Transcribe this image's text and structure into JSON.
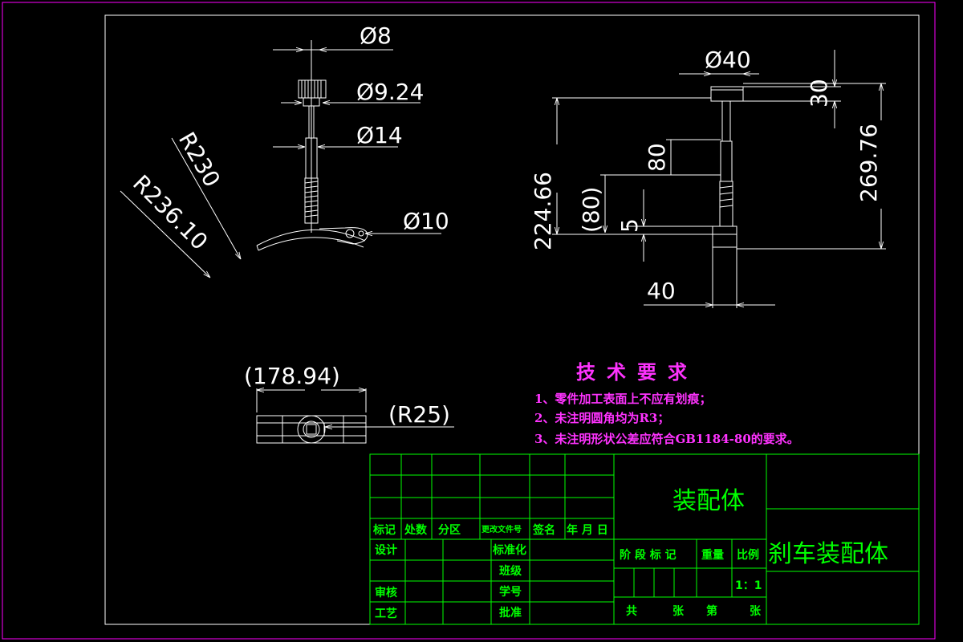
{
  "colors": {
    "outline": "#ffffff",
    "frame": "#ff00ff",
    "title_block": "#00ff00",
    "notes": "#ff33ff"
  },
  "front_view": {
    "dims": {
      "d8": "Ø8",
      "d924": "Ø9.24",
      "d14": "Ø14",
      "d10": "Ø10",
      "r230": "R230",
      "r236": "R236.10"
    }
  },
  "side_view": {
    "dims": {
      "d40": "Ø40",
      "h30": "30",
      "h26976": "269.76",
      "h22466": "224.66",
      "h80": "80",
      "h80ref": "(80)",
      "h5": "5",
      "w40": "40"
    }
  },
  "top_view": {
    "dims": {
      "l17894": "(178.94)",
      "r25": "(R25)"
    }
  },
  "technical_requirements": {
    "title": "技术要求",
    "items": [
      "1、零件加工表面上不应有划痕；",
      "2、未注明圆角均为R3；",
      "3、未注明形状公差应符合GB1184-80的要求。"
    ]
  },
  "title_block": {
    "header_cells": [
      "标记",
      "处数",
      "分区",
      "更改文件号",
      "签名",
      "年 月 日"
    ],
    "left_labels": [
      "设计",
      "审核",
      "工艺"
    ],
    "mid_labels": [
      "标准化",
      "班级",
      "学号",
      "批准"
    ],
    "stage_labels": [
      "阶 段 标 记",
      "重量",
      "比例"
    ],
    "scale": "1：1",
    "sheet_row": [
      "共",
      "张",
      "第",
      "张"
    ],
    "drawing_name": "装配体",
    "part_name": "刹车装配体"
  }
}
